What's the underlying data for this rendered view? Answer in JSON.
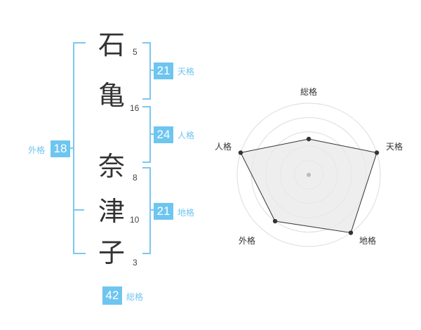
{
  "name": {
    "characters": [
      {
        "char": "石",
        "strokes": "5"
      },
      {
        "char": "亀",
        "strokes": "16"
      },
      {
        "char": "奈",
        "strokes": "8"
      },
      {
        "char": "津",
        "strokes": "10"
      },
      {
        "char": "子",
        "strokes": "3"
      }
    ]
  },
  "fortunes": {
    "tenkaku": {
      "value": "21",
      "label": "天格"
    },
    "jinkaku": {
      "value": "24",
      "label": "人格"
    },
    "chikaku": {
      "value": "21",
      "label": "地格"
    },
    "gaikaku": {
      "value": "18",
      "label": "外格"
    },
    "soukaku": {
      "value": "42",
      "label": "総格"
    }
  },
  "radar": {
    "axes": [
      "総格",
      "天格",
      "地格",
      "外格",
      "人格"
    ],
    "levels": 5,
    "scores": [
      0.5,
      1.0,
      1.0,
      0.8,
      1.0
    ],
    "colors": {
      "fill": "#e8e8e8",
      "stroke": "#333333",
      "ring": "#dddddd",
      "point": "#333333",
      "center": "#bbbbbb"
    }
  },
  "colors": {
    "accent": "#6ec5f0",
    "bracket": "#7cc7ee"
  }
}
